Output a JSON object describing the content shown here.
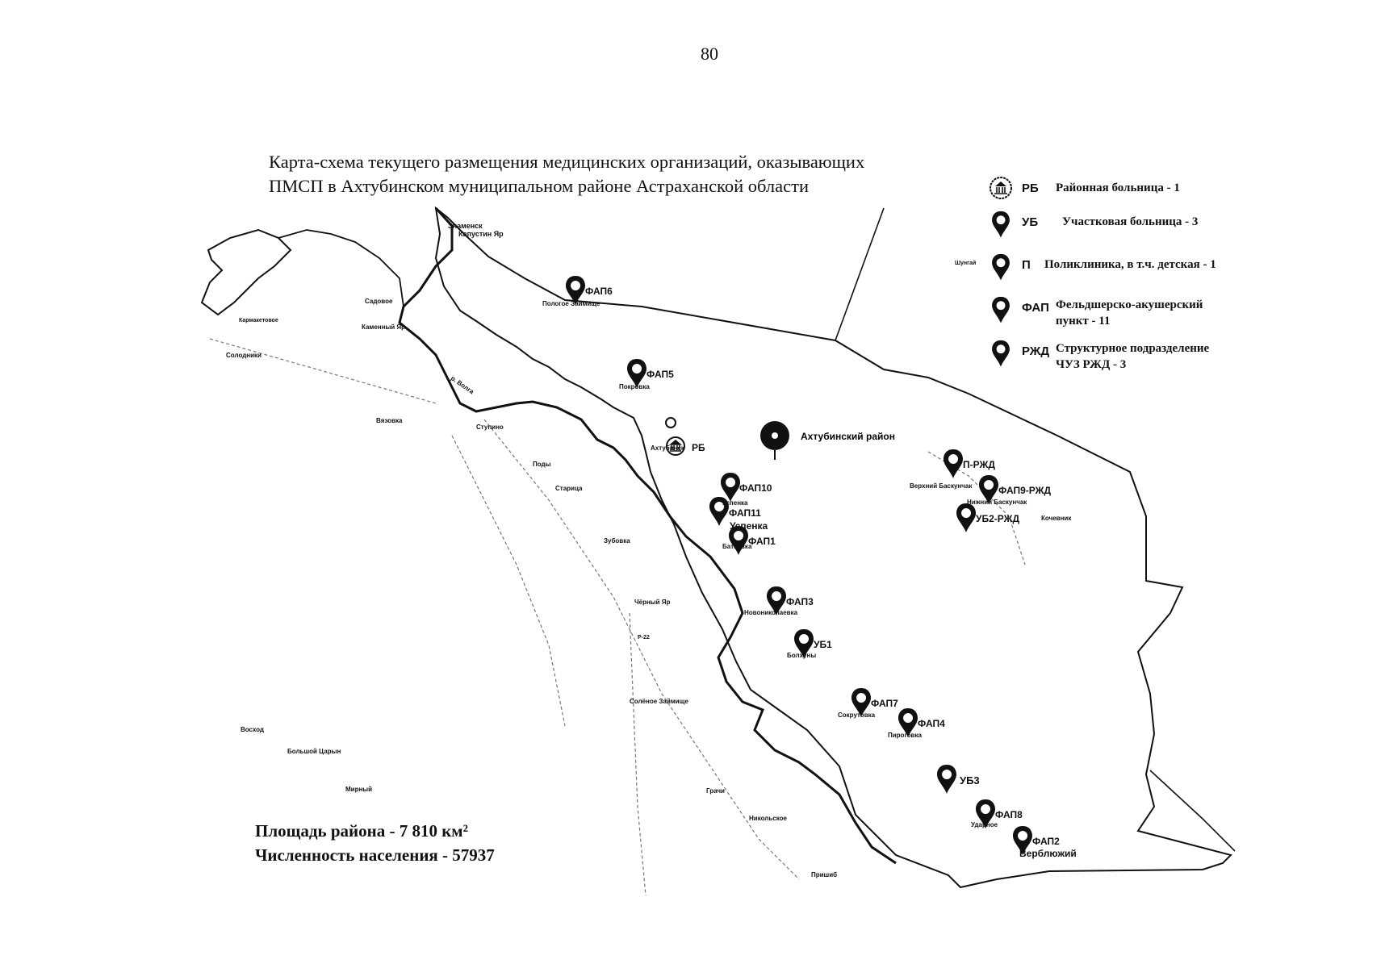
{
  "page_number": "80",
  "title_line1": "Карта-схема текущего размещения медицинских организаций, оказывающих",
  "title_line2": "ПМСП в Ахтубинском муниципальном районе Астраханской области",
  "legend": [
    {
      "icon": "hospital-building-icon",
      "abbr": "РБ",
      "desc1": "Районная больница - 1",
      "desc2": ""
    },
    {
      "icon": "map-pin-icon",
      "abbr": "УБ",
      "desc1": "Участковая больница - 3",
      "desc2": ""
    },
    {
      "icon": "map-pin-icon",
      "abbr": "П",
      "desc1": "Поликлиника, в т.ч. детская - 1",
      "desc2": ""
    },
    {
      "icon": "map-pin-icon",
      "abbr": "ФАП",
      "desc1": "Фельдшерско-акушерский",
      "desc2": "пункт - 11"
    },
    {
      "icon": "map-pin-icon",
      "abbr": "РЖД",
      "desc1": "Структурное подразделение",
      "desc2": "ЧУЗ РЖД - 3"
    }
  ],
  "district": {
    "name": "Ахтубинский район"
  },
  "facilities": [
    {
      "label": "ФАП6",
      "place": "Пологое Займище"
    },
    {
      "label": "ФАП5",
      "place": "Покровка"
    },
    {
      "label": "РБ",
      "place": ""
    },
    {
      "label": "ФАП10",
      "place": "Успенка"
    },
    {
      "label": "ФАП11",
      "place": "Успенка"
    },
    {
      "label": "ФАП1",
      "place": "Батаевка"
    },
    {
      "label": "ФАП3",
      "place": "Новониколаевка"
    },
    {
      "label": "УБ1",
      "place": "Болхуны"
    },
    {
      "label": "ФАП7",
      "place": "Сокрутовка"
    },
    {
      "label": "ФАП4",
      "place": "Пироговка"
    },
    {
      "label": "УБ3",
      "place": ""
    },
    {
      "label": "ФАП8",
      "place": "Ударное"
    },
    {
      "label": "ФАП2",
      "place": "Верблюжий"
    },
    {
      "label": "П-РЖД",
      "place": "Верхний Баскунчак"
    },
    {
      "label": "ФАП9-РЖД",
      "place": "Нижний Баскунчак"
    },
    {
      "label": "УБ2-РЖД",
      "place": "Кочевник"
    }
  ],
  "places": [
    "Знаменск",
    "Капустин Яр",
    "Садовое",
    "Каменный Яр",
    "Солодники",
    "Ступино",
    "Вязовка",
    "Поды",
    "Старица",
    "Зубовка",
    "Чёрный Яр",
    "Солёное Займище",
    "Восход",
    "Большой Царын",
    "Мирный",
    "Грачи",
    "Никольское",
    "Пришиб",
    "Шунгай",
    "р. Волга",
    "Кармакетовое",
    "Р-22",
    "Ахтубинск"
  ],
  "stats": {
    "area": "Площадь района - 7 810 км²",
    "population": "Численность населения - 57937"
  }
}
